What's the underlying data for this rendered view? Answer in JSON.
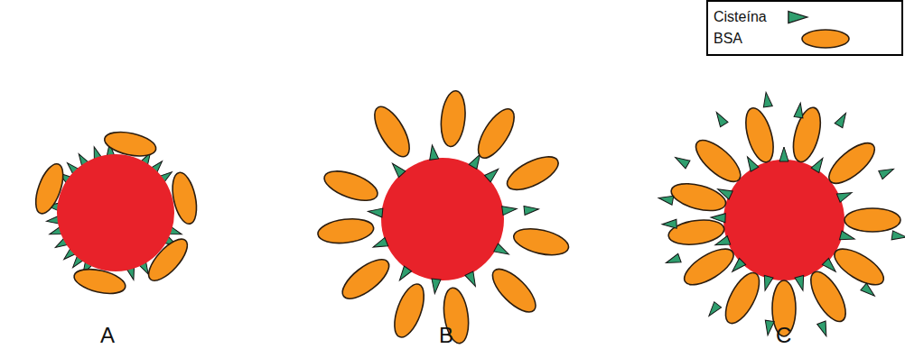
{
  "diagram": {
    "labels": [
      "A",
      "B",
      "C"
    ],
    "legend": [
      {
        "text": "Cisteína"
      },
      {
        "text": "BSA"
      }
    ]
  }
}
